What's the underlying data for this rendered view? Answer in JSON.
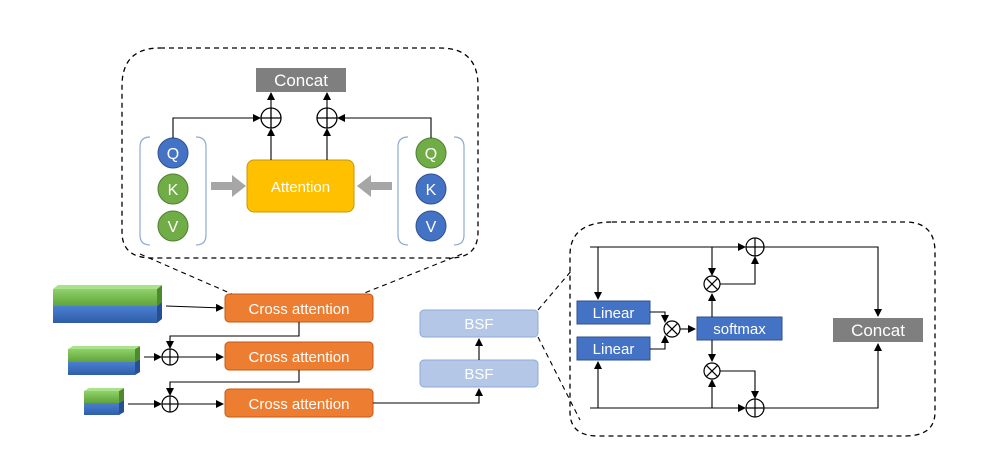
{
  "labels": {
    "concat_top": "Concat",
    "attention": "Attention",
    "q": "Q",
    "k": "K",
    "v": "V",
    "cross_attention": "Cross attention",
    "bsf": "BSF",
    "linear": "Linear",
    "softmax": "softmax",
    "concat_right": "Concat"
  },
  "colors": {
    "orange": "#ed7d31",
    "yellow": "#ffc000",
    "blue": "#4472c4",
    "green": "#70ad47",
    "gray": "#7f7f7f",
    "light_blue": "#b4c7e7"
  }
}
